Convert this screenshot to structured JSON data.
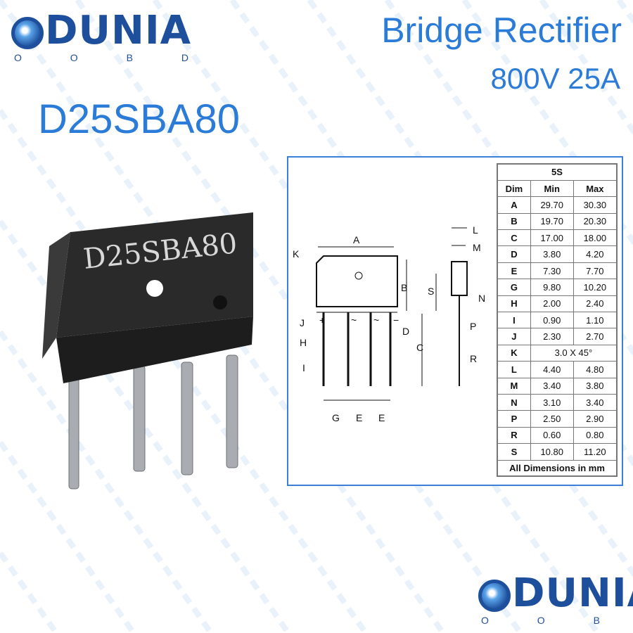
{
  "brand": {
    "name": "DUNIA",
    "sub_letters": [
      "O",
      "O",
      "B",
      "D"
    ]
  },
  "header": {
    "title": "Bridge Rectifier",
    "rating": "800V 25A",
    "part_number": "D25SBA80"
  },
  "product": {
    "marking": "D25SBA80"
  },
  "diagram": {
    "labels": {
      "A": "A",
      "B": "B",
      "C": "C",
      "D": "D",
      "E": "E",
      "G": "G",
      "H": "H",
      "I": "I",
      "J": "J",
      "K": "K",
      "L": "L",
      "M": "M",
      "N": "N",
      "P": "P",
      "R": "R",
      "S": "S"
    },
    "pin_marks": [
      "+",
      "~",
      "~",
      "−"
    ]
  },
  "table": {
    "package": "5S",
    "headers": [
      "Dim",
      "Min",
      "Max"
    ],
    "rows": [
      [
        "A",
        "29.70",
        "30.30"
      ],
      [
        "B",
        "19.70",
        "20.30"
      ],
      [
        "C",
        "17.00",
        "18.00"
      ],
      [
        "D",
        "3.80",
        "4.20"
      ],
      [
        "E",
        "7.30",
        "7.70"
      ],
      [
        "G",
        "9.80",
        "10.20"
      ],
      [
        "H",
        "2.00",
        "2.40"
      ],
      [
        "I",
        "0.90",
        "1.10"
      ],
      [
        "J",
        "2.30",
        "2.70"
      ],
      [
        "K",
        "3.0 X 45°"
      ],
      [
        "L",
        "4.40",
        "4.80"
      ],
      [
        "M",
        "3.40",
        "3.80"
      ],
      [
        "N",
        "3.10",
        "3.40"
      ],
      [
        "P",
        "2.50",
        "2.90"
      ],
      [
        "R",
        "0.60",
        "0.80"
      ],
      [
        "S",
        "10.80",
        "11.20"
      ]
    ],
    "footer": "All Dimensions in mm"
  },
  "colors": {
    "accent": "#2b7bd8",
    "brand": "#1e4f9c",
    "border": "#3a80d6"
  }
}
